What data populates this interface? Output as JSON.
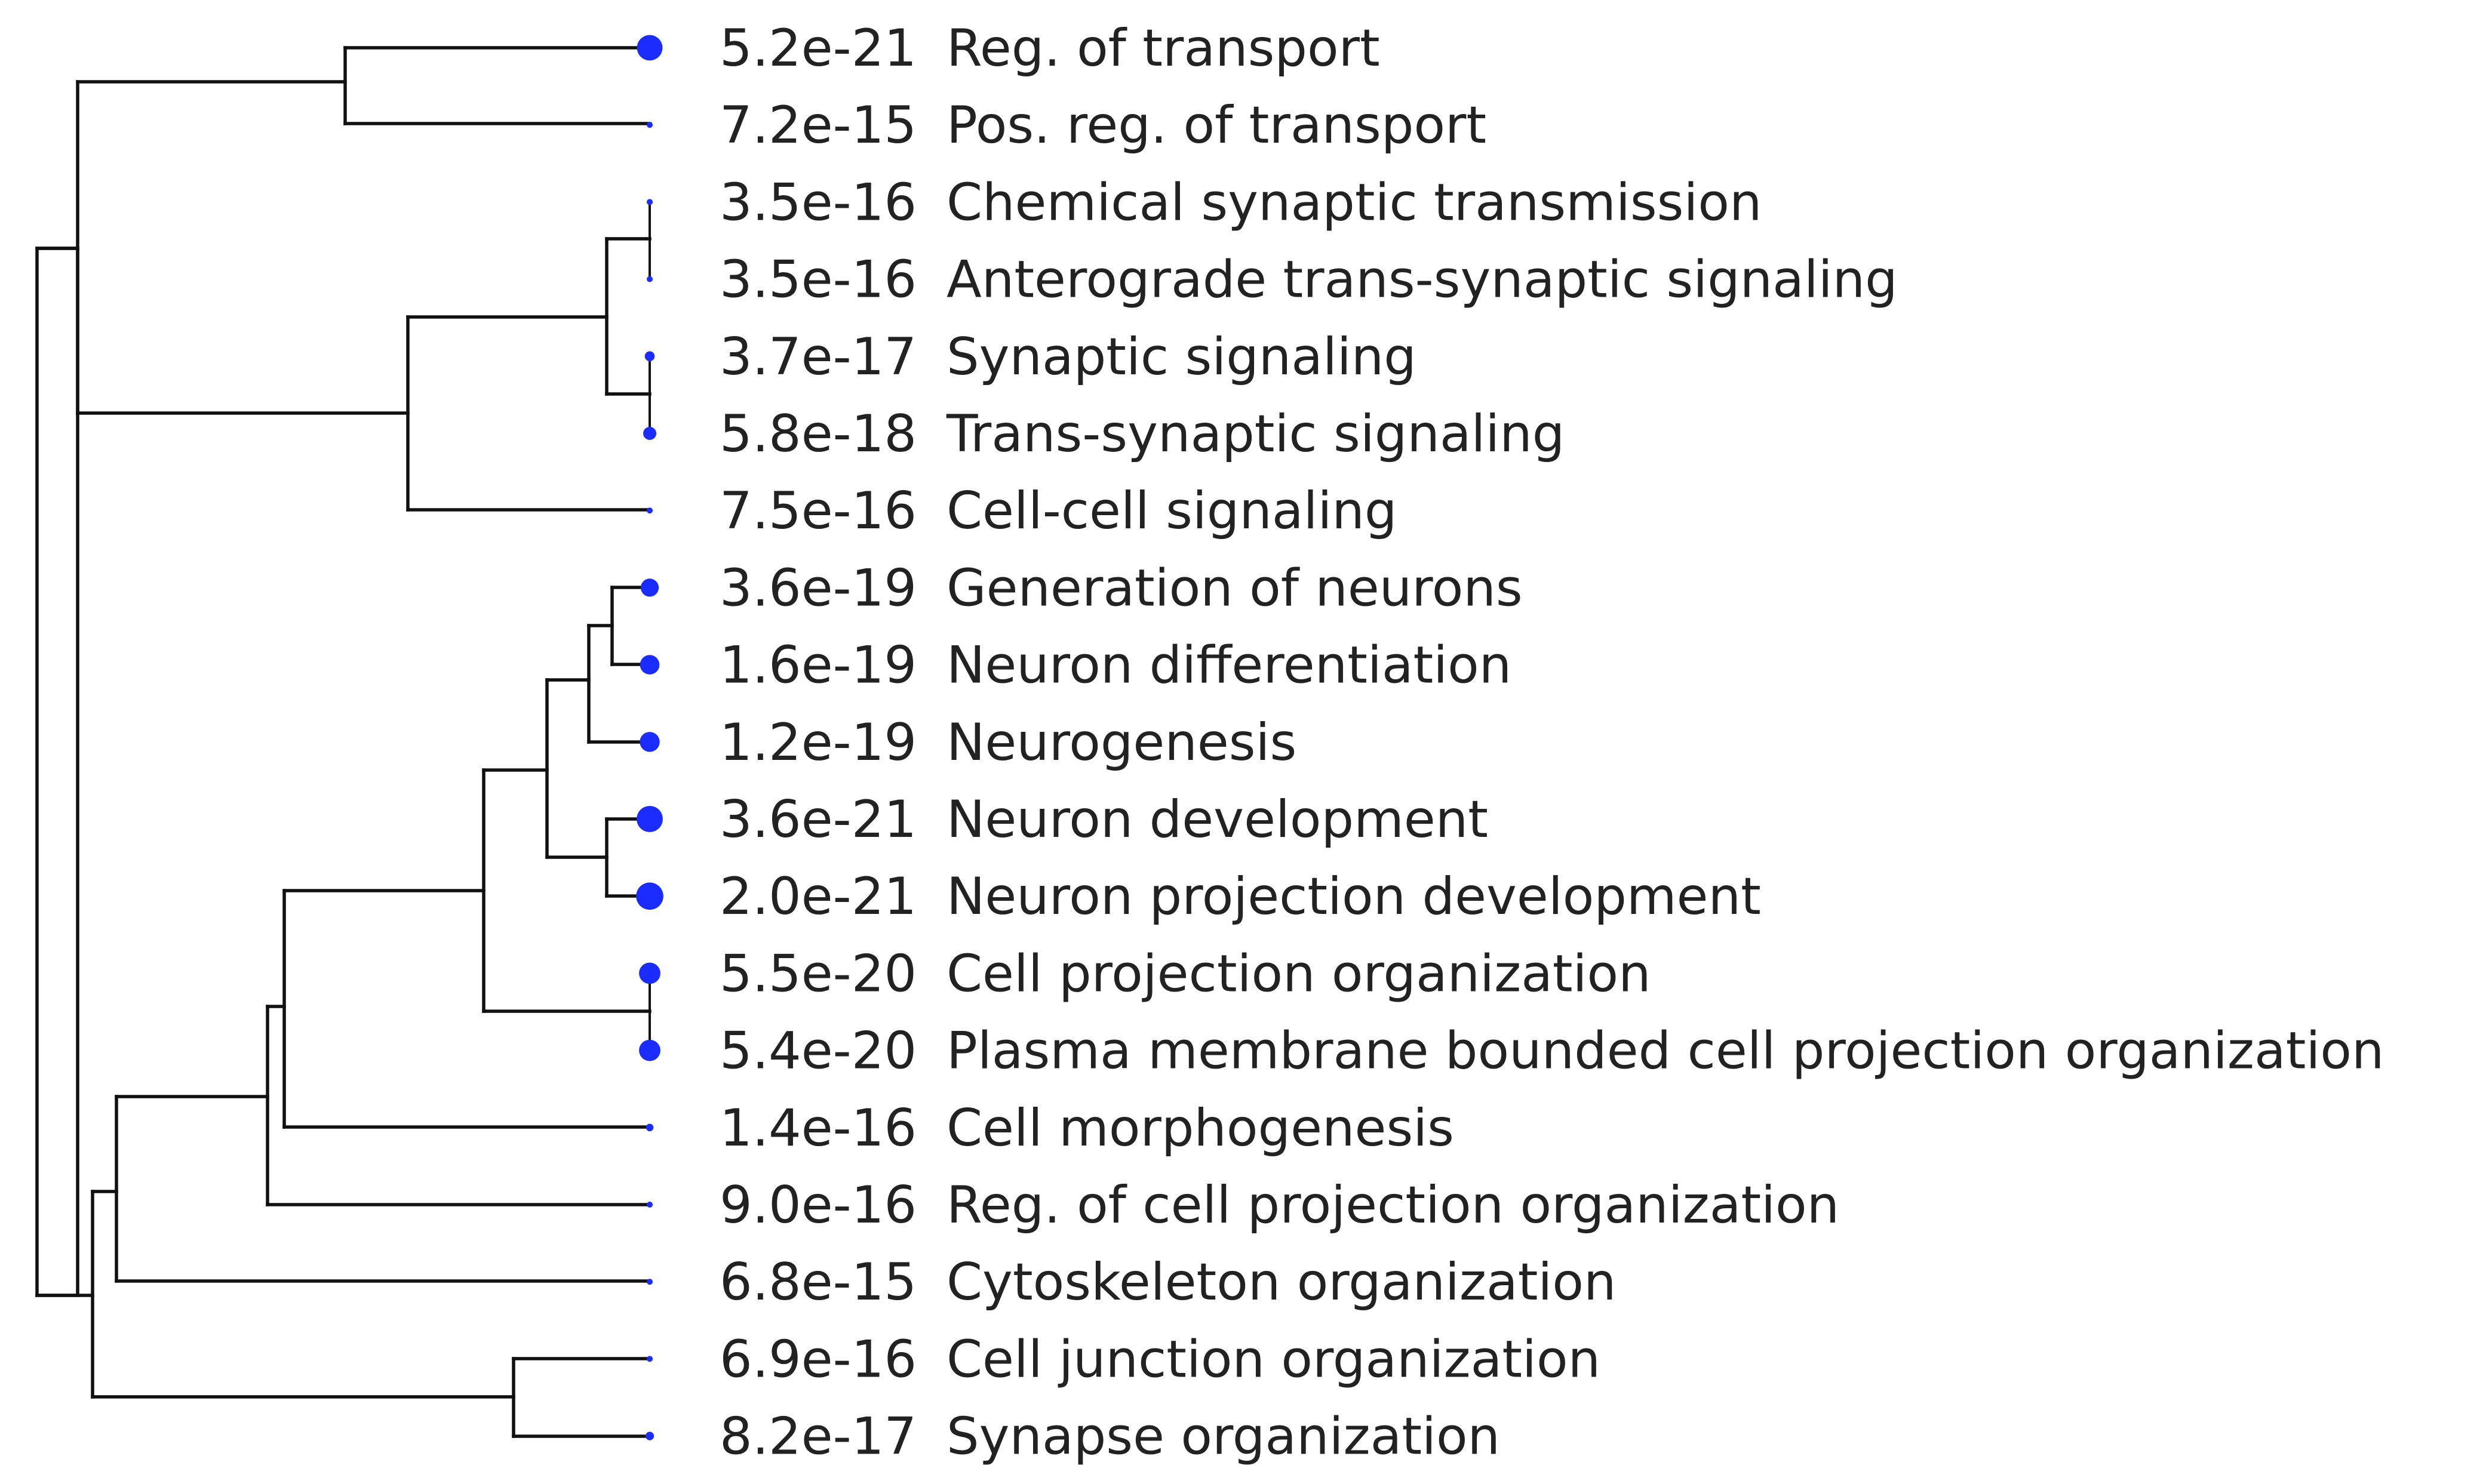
{
  "colors": {
    "branch": "#111111",
    "marker": "#1a2cff",
    "text": "#222222",
    "background": "#ffffff"
  },
  "terms": [
    {
      "pvalue": "5.2e-21",
      "label": "Reg. of transport",
      "pvalue_num": 5.2e-21
    },
    {
      "pvalue": "7.2e-15",
      "label": "Pos. reg. of transport",
      "pvalue_num": 7.2e-15
    },
    {
      "pvalue": "3.5e-16",
      "label": "Chemical synaptic transmission",
      "pvalue_num": 3.5e-16
    },
    {
      "pvalue": "3.5e-16",
      "label": "Anterograde trans-synaptic signaling",
      "pvalue_num": 3.5e-16
    },
    {
      "pvalue": "3.7e-17",
      "label": "Synaptic signaling",
      "pvalue_num": 3.7e-17
    },
    {
      "pvalue": "5.8e-18",
      "label": "Trans-synaptic signaling",
      "pvalue_num": 5.8e-18
    },
    {
      "pvalue": "7.5e-16",
      "label": "Cell-cell signaling",
      "pvalue_num": 7.5e-16
    },
    {
      "pvalue": "3.6e-19",
      "label": "Generation of neurons",
      "pvalue_num": 3.6e-19
    },
    {
      "pvalue": "1.6e-19",
      "label": "Neuron differentiation",
      "pvalue_num": 1.6e-19
    },
    {
      "pvalue": "1.2e-19",
      "label": "Neurogenesis",
      "pvalue_num": 1.2e-19
    },
    {
      "pvalue": "3.6e-21",
      "label": "Neuron development",
      "pvalue_num": 3.6e-21
    },
    {
      "pvalue": "2.0e-21",
      "label": "Neuron projection development",
      "pvalue_num": 2e-21
    },
    {
      "pvalue": "5.5e-20",
      "label": "Cell projection organization",
      "pvalue_num": 5.5e-20
    },
    {
      "pvalue": "5.4e-20",
      "label": "Plasma membrane bounded cell projection organization",
      "pvalue_num": 5.4e-20
    },
    {
      "pvalue": "1.4e-16",
      "label": "Cell morphogenesis",
      "pvalue_num": 1.4e-16
    },
    {
      "pvalue": "9.0e-16",
      "label": "Reg. of cell projection organization",
      "pvalue_num": 9e-16
    },
    {
      "pvalue": "6.8e-15",
      "label": "Cytoskeleton organization",
      "pvalue_num": 6.8e-15
    },
    {
      "pvalue": "6.9e-16",
      "label": "Cell junction organization",
      "pvalue_num": 6.9e-16
    },
    {
      "pvalue": "8.2e-17",
      "label": "Synapse organization",
      "pvalue_num": 8.2e-17
    }
  ]
}
